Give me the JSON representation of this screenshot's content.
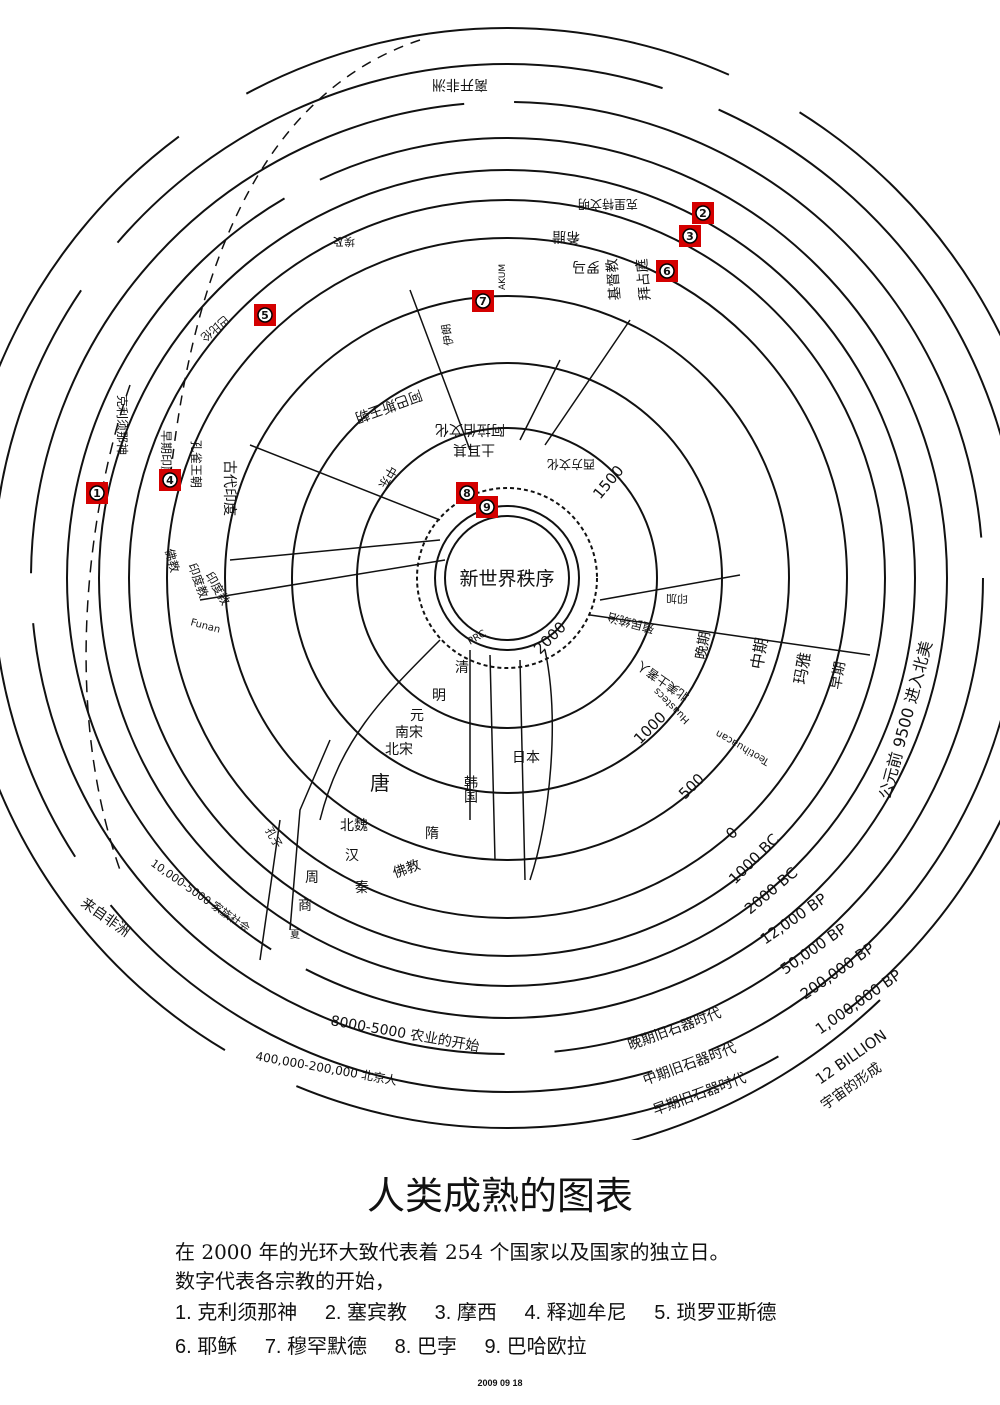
{
  "center_label": "新世界秩序",
  "ring_labels": [
    "1500",
    "1000",
    "500",
    "0",
    "1000 BC",
    "2000 BC",
    "12,000 BP",
    "50,000 BP",
    "200,000 BP",
    "1,000,000 BP",
    "12 BILLION",
    "2000"
  ],
  "era_labels": [
    "晚期旧石器时代",
    "中期旧石器时代",
    "早期旧石器时代",
    "宇宙的形成",
    "离开非洲",
    "来自非洲",
    "公元前 9500 进入北美",
    "8000-5000 农业的开始",
    "10,000-5000 家族社会",
    "400,000-200,000 北京人"
  ],
  "china": [
    "清",
    "明",
    "元",
    "南宋",
    "北宋",
    "唐",
    "隋",
    "北魏",
    "汉",
    "周",
    "秦",
    "商",
    "夏",
    "日本",
    "韩国",
    "孔子",
    "佛教"
  ],
  "americas": [
    "晚期",
    "中期",
    "玛雅",
    "早期",
    "北美土著人",
    "Huastecs",
    "Teotihuacan",
    "殖民统治",
    "印加"
  ],
  "others": [
    "西方文化",
    "基督教",
    "拜占庭",
    "罗马",
    "希腊",
    "克里特文明",
    "古代印度",
    "印度教",
    "克利须那神",
    "早期印度",
    "孔雀王朝",
    "土耳其",
    "阿拉伯文化",
    "阿巴斯王朝",
    "伊朗",
    "中东",
    "佛教",
    "印度教",
    "Funan",
    "埃及",
    "巴比伦",
    "PRC",
    "AKUM"
  ],
  "badges": [
    "1",
    "2",
    "3",
    "4",
    "5",
    "6",
    "7",
    "8",
    "9"
  ],
  "title": "人类成熟的图表",
  "description": [
    "在 2000 年的光环大致代表着 254 个国家以及国家的独立日。",
    "数字代表各宗教的开始，"
  ],
  "legend": [
    "1. 克利须那神",
    "2. 塞宾教",
    "3. 摩西",
    "4. 释迦牟尼",
    "5. 琐罗亚斯德",
    "6. 耶稣",
    "7. 穆罕默德",
    "8. 巴孛",
    "9. 巴哈欧拉"
  ],
  "date": "2009 09 18",
  "colors": {
    "badge": "#d40000",
    "ink": "#111111"
  }
}
